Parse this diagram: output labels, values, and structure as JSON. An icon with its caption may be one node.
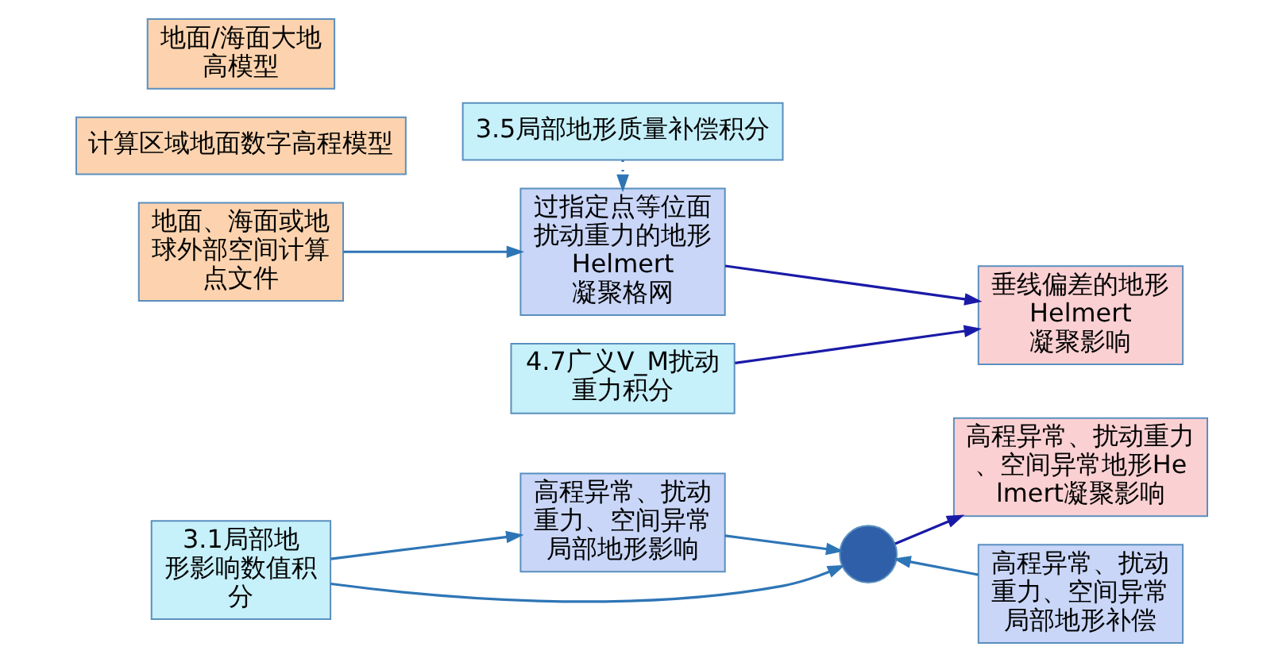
{
  "diagram": {
    "nodes": [
      {
        "text": [
          "3.1局部地形影响数值积分"
        ]
      },
      {
        "text": [
          "高程异常、扰动重力、空间异常局部地形影响"
        ]
      },
      {
        "text": [
          "3.5局部地形质量补偿积分"
        ]
      },
      {
        "text": [],
        "shape": "circle"
      },
      {
        "text": [
          "高程异常、扰动重力、空间异常局部地形补偿"
        ]
      },
      {
        "text": [
          "计算区域地面数字高程模型"
        ]
      },
      {
        "text": [
          "地面、海面或地球外部空间计算点文件"
        ]
      },
      {
        "text": [
          "过指定点等位面扰动重力的地形Helmert凝聚格网"
        ]
      },
      {
        "text": [
          "高程异常、扰动重力、空间异常地形Helmert凝聚影响"
        ]
      },
      {
        "text": [
          "地面/海面大地高模型"
        ]
      },
      {
        "text": [
          "4.7广义V_M扰动重力积分"
        ]
      },
      {
        "text": [
          "垂线偏差的地形Helmert凝聚影响"
        ]
      }
    ],
    "edges": [
      {
        "from": 0,
        "to": 1,
        "arrow": "to"
      },
      {
        "from": 1,
        "to": 3,
        "arrow": "to"
      },
      {
        "from": 0,
        "to": 3,
        "arrow": "to"
      },
      {
        "from": 4,
        "to": 3,
        "arrow": "to"
      },
      {
        "from": 3,
        "to": 8,
        "arrow": "to",
        "color": "#1a1aa8"
      },
      {
        "from": 2,
        "to": 7,
        "arrow": "to",
        "style": "dashed"
      },
      {
        "from": 6,
        "to": 7,
        "arrow": "to"
      },
      {
        "from": 7,
        "to": 11,
        "arrow": "to",
        "color": "#1a1aa8"
      },
      {
        "from": 10,
        "to": 11,
        "arrow": "to",
        "color": "#1a1aa8"
      }
    ]
  }
}
